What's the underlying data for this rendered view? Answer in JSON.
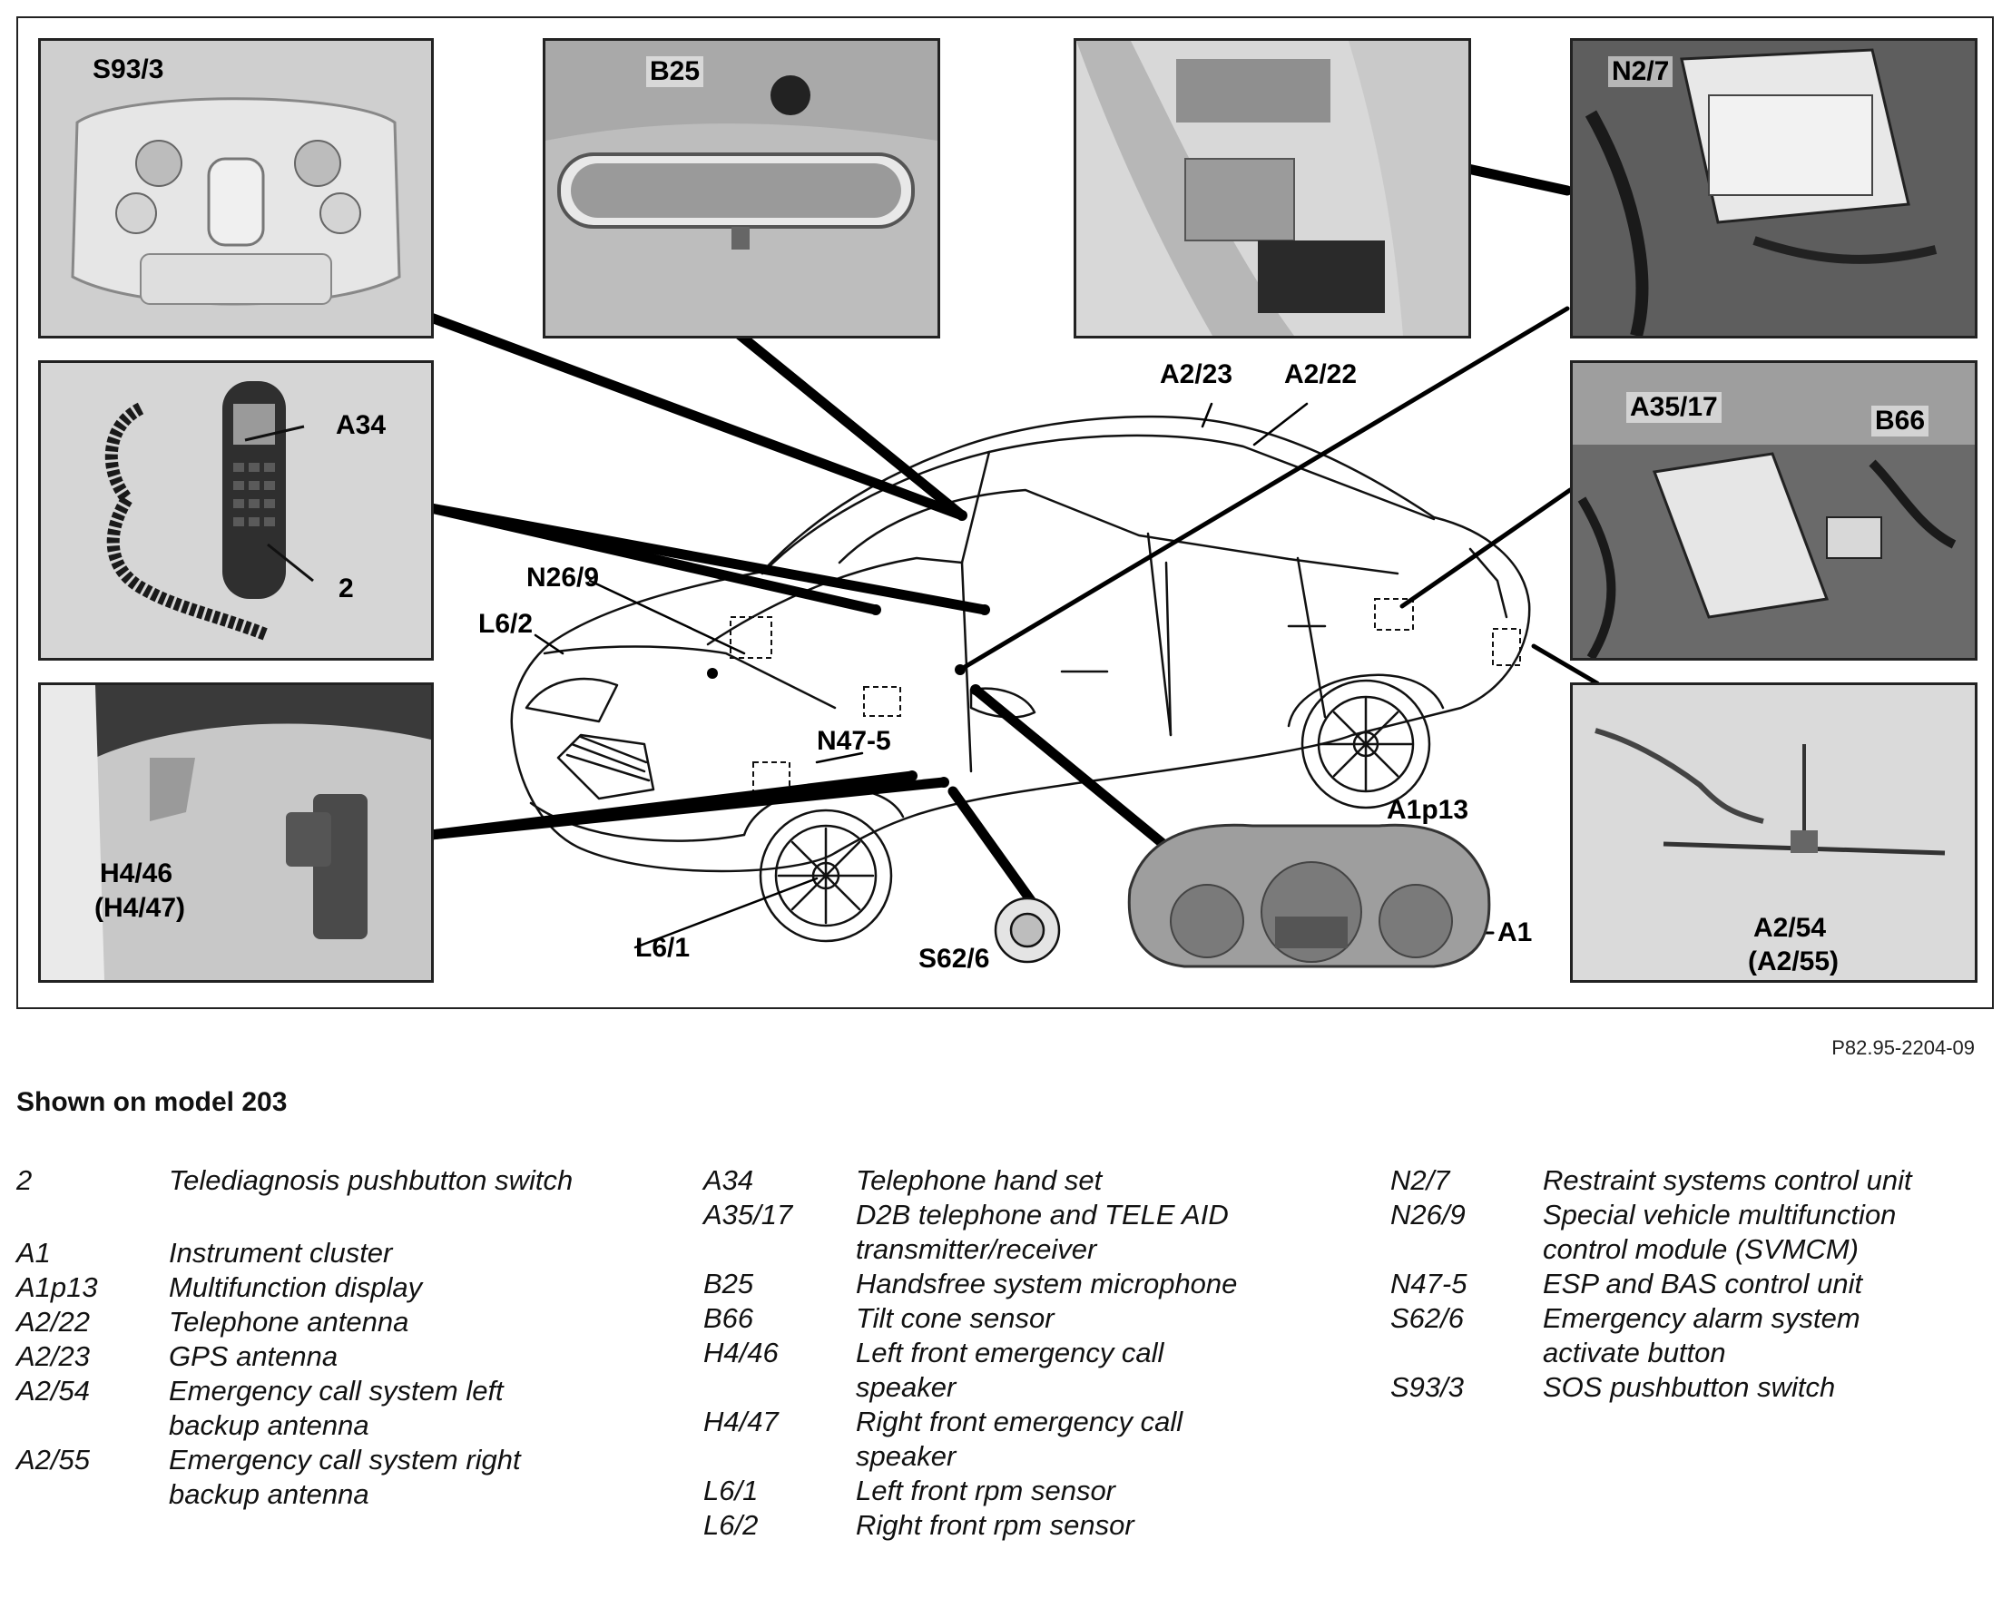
{
  "figure_code": "P82.95-2204-09",
  "model_note": "Shown on model 203",
  "callouts": {
    "s93_3": "S93/3",
    "b25": "B25",
    "n2_7": "N2/7",
    "a34": "A34",
    "handset_2": "2",
    "a2_23": "A2/23",
    "a2_22": "A2/22",
    "a35_17": "A35/17",
    "b66": "B66",
    "n26_9": "N26/9",
    "l6_2": "L6/2",
    "n47_5": "N47-5",
    "h4_46": "H4/46",
    "h4_47": "(H4/47)",
    "a1p13": "A1p13",
    "a1": "A1",
    "l6_1": "L6/1",
    "s62_6": "S62/6",
    "a2_54": "A2/54",
    "a2_55": "(A2/55)"
  },
  "legend": {
    "col1": [
      {
        "code": "2",
        "desc": "Telediagnosis pushbutton switch"
      },
      {
        "code": "A1",
        "desc": "Instrument cluster"
      },
      {
        "code": "A1p13",
        "desc": "Multifunction display"
      },
      {
        "code": "A2/22",
        "desc": "Telephone antenna"
      },
      {
        "code": "A2/23",
        "desc": "GPS antenna"
      },
      {
        "code": "A2/54",
        "desc": "Emergency call system left backup antenna"
      },
      {
        "code": "A2/55",
        "desc": "Emergency call system right backup antenna"
      }
    ],
    "col2": [
      {
        "code": "A34",
        "desc": "Telephone hand set"
      },
      {
        "code": "A35/17",
        "desc": "D2B telephone and TELE AID transmitter/receiver"
      },
      {
        "code": "B25",
        "desc": "Handsfree system microphone"
      },
      {
        "code": "B66",
        "desc": "Tilt cone sensor"
      },
      {
        "code": "H4/46",
        "desc": "Left front emergency call speaker"
      },
      {
        "code": "H4/47",
        "desc": "Right front emergency call speaker"
      },
      {
        "code": "L6/1",
        "desc": "Left front rpm sensor"
      },
      {
        "code": "L6/2",
        "desc": "Right front rpm sensor"
      }
    ],
    "col3": [
      {
        "code": "N2/7",
        "desc": "Restraint systems control unit"
      },
      {
        "code": "N26/9",
        "desc": "Special vehicle multifunction control module (SVMCM)"
      },
      {
        "code": "N47-5",
        "desc": "ESP and BAS control unit"
      },
      {
        "code": "S62/6",
        "desc": "Emergency alarm system activate button"
      },
      {
        "code": "S93/3",
        "desc": "SOS pushbutton switch"
      }
    ]
  }
}
